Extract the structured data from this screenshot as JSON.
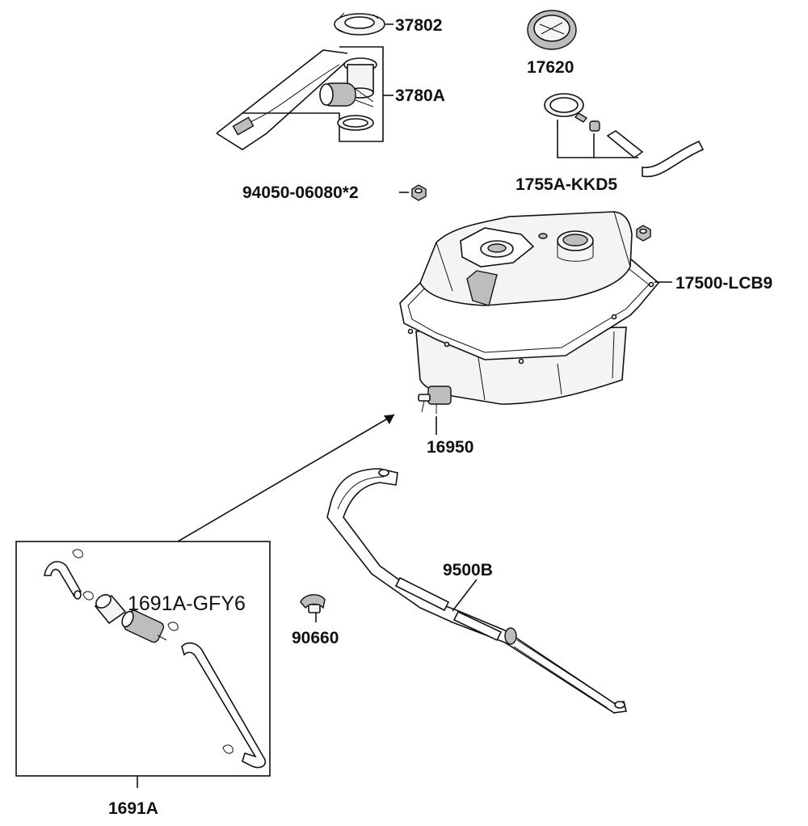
{
  "labels": {
    "p37802": "37802",
    "p17620": "17620",
    "p3780A": "3780A",
    "p1755A": "1755A-KKD5",
    "p94050": "94050-06080*2",
    "p17500": "17500-LCB9",
    "p16950": "16950",
    "p9500B": "9500B",
    "p1691A_GFY6": "1691A-GFY6",
    "p90660": "90660",
    "p1691A": "1691A"
  }
}
